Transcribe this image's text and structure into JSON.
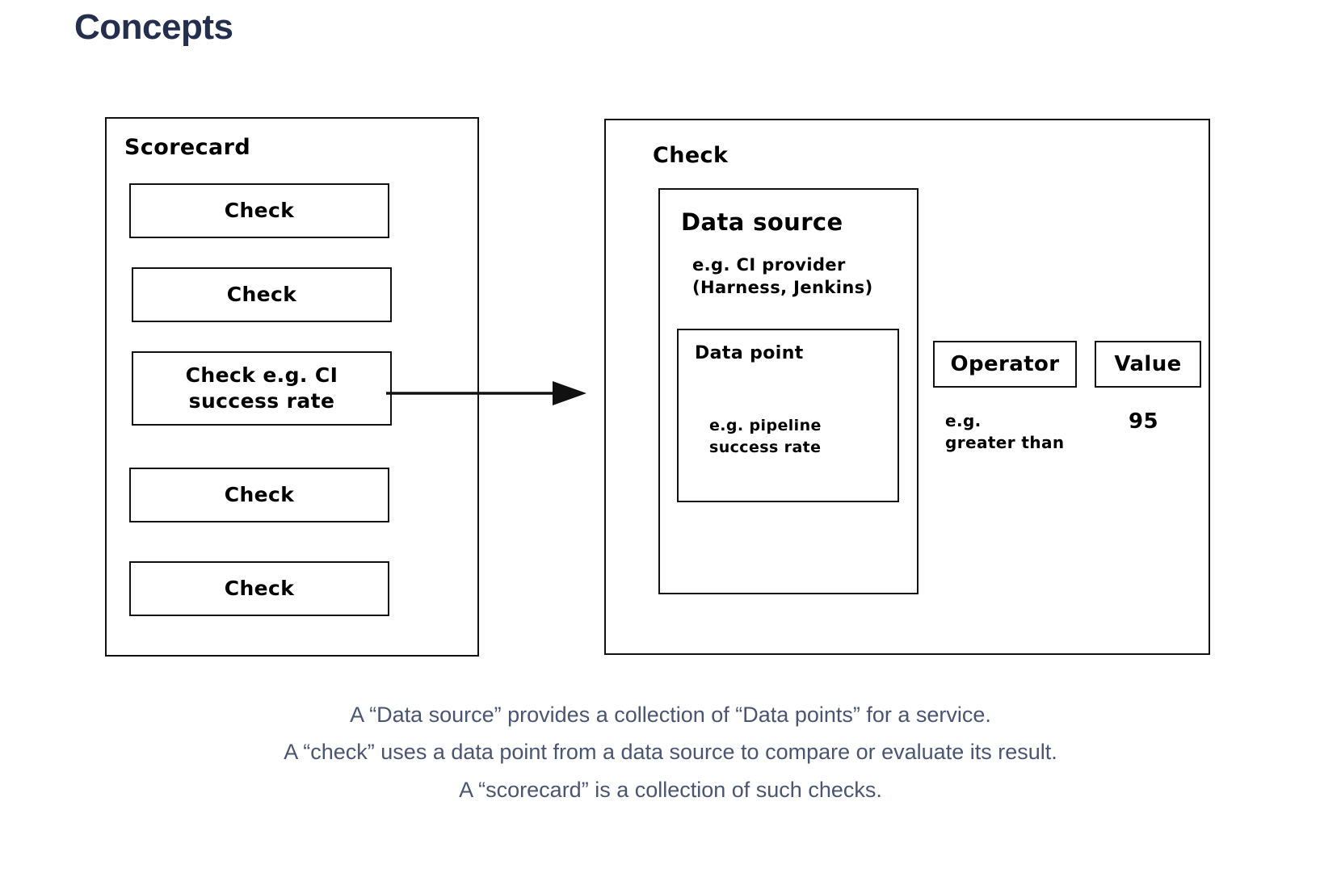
{
  "page": {
    "title": "Concepts",
    "title_color": "#242f4e",
    "background": "#ffffff",
    "stroke_color": "#111111"
  },
  "scorecard": {
    "label": "Scorecard",
    "checks": [
      {
        "text": "Check"
      },
      {
        "text": "Check"
      },
      {
        "text": "Check e.g. CI\nsuccess rate"
      },
      {
        "text": "Check"
      },
      {
        "text": "Check"
      }
    ]
  },
  "arrow": {
    "name": "check-to-detail-arrow"
  },
  "check_detail": {
    "label": "Check",
    "data_source": {
      "title": "Data source",
      "note": "e.g. CI provider\n(Harness, Jenkins)"
    },
    "data_point": {
      "title": "Data point",
      "note": "e.g. pipeline\nsuccess rate"
    },
    "operator": {
      "label": "Operator",
      "note": "e.g.\ngreater than"
    },
    "value": {
      "label": "Value",
      "note": "95"
    }
  },
  "caption": {
    "color": "#4a5573",
    "lines": [
      "A “Data source” provides a collection of “Data points” for a service.",
      "A “check” uses a data point from a data source to compare or evaluate its result.",
      "A “scorecard” is a collection of such checks."
    ]
  }
}
